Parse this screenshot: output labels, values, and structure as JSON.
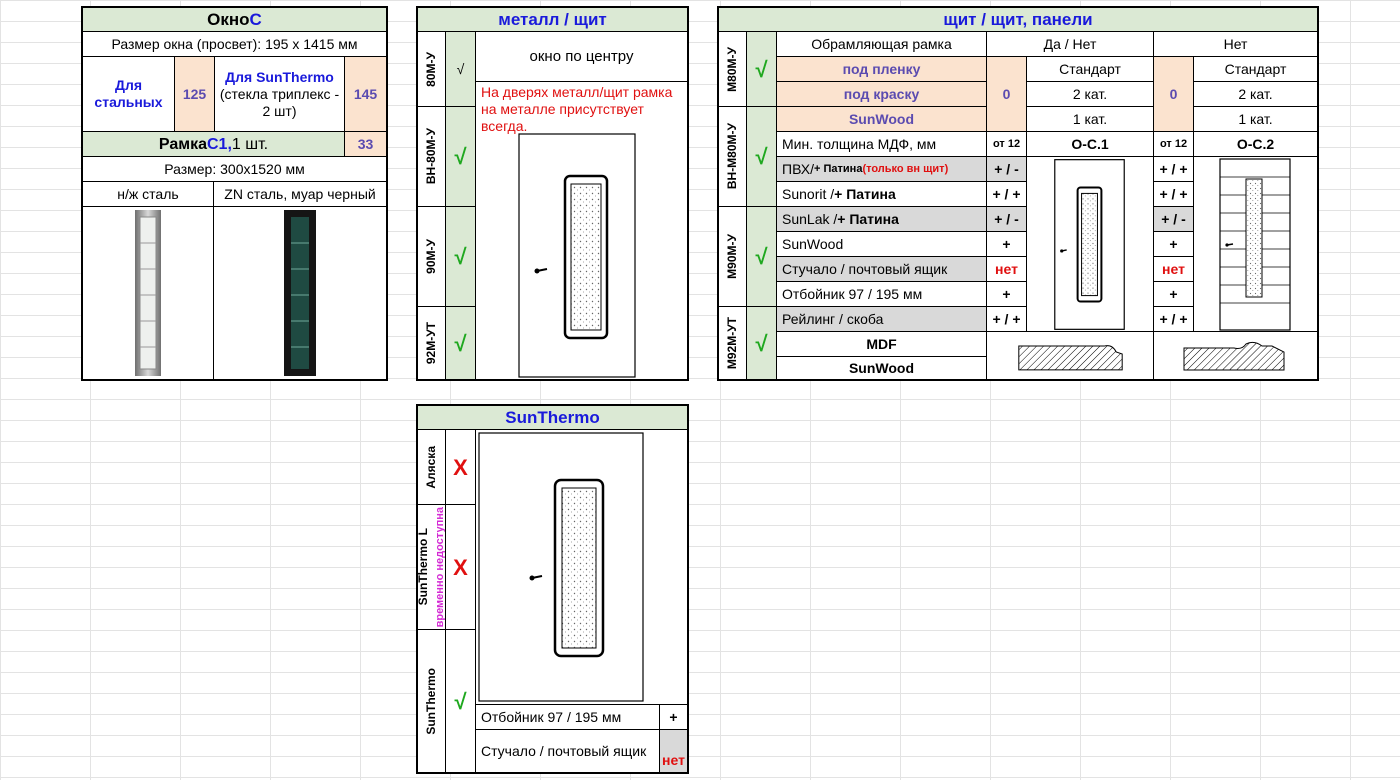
{
  "block1": {
    "title_main": "Окно ",
    "title_accent": "С",
    "size_line": "Размер окна (просвет): 195 х 1415 мм",
    "steel_label": "Для стальных",
    "steel_value": "125",
    "sunthermo_label": "Для SunThermo",
    "sunthermo_note": "(стекла триплекс - 2 шт)",
    "sunthermo_value": "145",
    "frame_label_main": "Рамка ",
    "frame_label_accent": "С1,",
    "frame_label_tail": " 1 шт.",
    "frame_value": "33",
    "frame_size": "Размер: 300х1520 мм",
    "col1": "н/ж сталь",
    "col2": "ZN сталь, муар черный"
  },
  "block2": {
    "title": "металл / щит",
    "rows": [
      {
        "code": "80М-У",
        "mark": "√"
      },
      {
        "code": "ВН-80М-У",
        "mark": "√"
      },
      {
        "code": "90М-У",
        "mark": "√"
      },
      {
        "code": "92М-УТ",
        "mark": "√"
      }
    ],
    "window_pos": "окно по центру",
    "note": "На дверях металл/щит рамка на металле присутствует всегда."
  },
  "block3": {
    "title": "щит / щит,  панели",
    "codes": [
      {
        "code": "М80М-У",
        "mark": "√"
      },
      {
        "code": "ВН-М80М-У",
        "mark": "√"
      },
      {
        "code": "М90М-У",
        "mark": "√"
      },
      {
        "code": "М92М-УТ",
        "mark": "√"
      }
    ],
    "frame_header": "Обрамляющая рамка",
    "col_a_header": "Да / Нет",
    "col_b_header": "Нет",
    "finish_rows": [
      "под пленку",
      "под краску",
      "SunWood"
    ],
    "col_a_value": "0",
    "col_b_value": "0",
    "categories": [
      "Стандарт",
      "2 кат.",
      "1 кат."
    ],
    "mdf_label": "Мин. толщина МДФ, мм",
    "mdf_a": "от 12",
    "mdf_b": "от 12",
    "model_a": "О-С.1",
    "model_b": "О-С.2",
    "pvc_label": "ПВХ/",
    "pvc_bold": "+ Патина",
    "pvc_red": " (только вн щит)",
    "features": [
      {
        "pre": "Sunorit / ",
        "bold": "+ Патина",
        "a": "+ / +",
        "b": "+ / +"
      },
      {
        "pre": "SunLak / ",
        "bold": "+ Патина",
        "a": "+ / -",
        "b": "+ / -"
      },
      {
        "pre": "SunWood",
        "bold": "",
        "a": "+",
        "b": "+"
      },
      {
        "pre": "Стучало / почтовый ящик",
        "bold": "",
        "a": "нет",
        "b": "нет"
      },
      {
        "pre": "Отбойник 97 / 195 мм",
        "bold": "",
        "a": "+",
        "b": "+"
      },
      {
        "pre": "Рейлинг / скоба",
        "bold": "",
        "a": "+ / +",
        "b": "+ / +"
      }
    ],
    "pvc_a": "+ / -",
    "pvc_b": "+ / +",
    "mdf_row": "MDF",
    "sunwood_row": "SunWood"
  },
  "block4": {
    "title": "SunThermo",
    "rows": [
      {
        "code": "Аляска",
        "mark": "X"
      },
      {
        "code": "SunThermo L",
        "sub": "временно недоступна",
        "mark": "X"
      },
      {
        "code": "SunThermo",
        "mark": "√"
      }
    ],
    "bumper": "Отбойник 97 / 195 мм",
    "bumper_val": "+",
    "knocker": "Стучало / почтовый ящик",
    "knocker_val": "нет"
  }
}
